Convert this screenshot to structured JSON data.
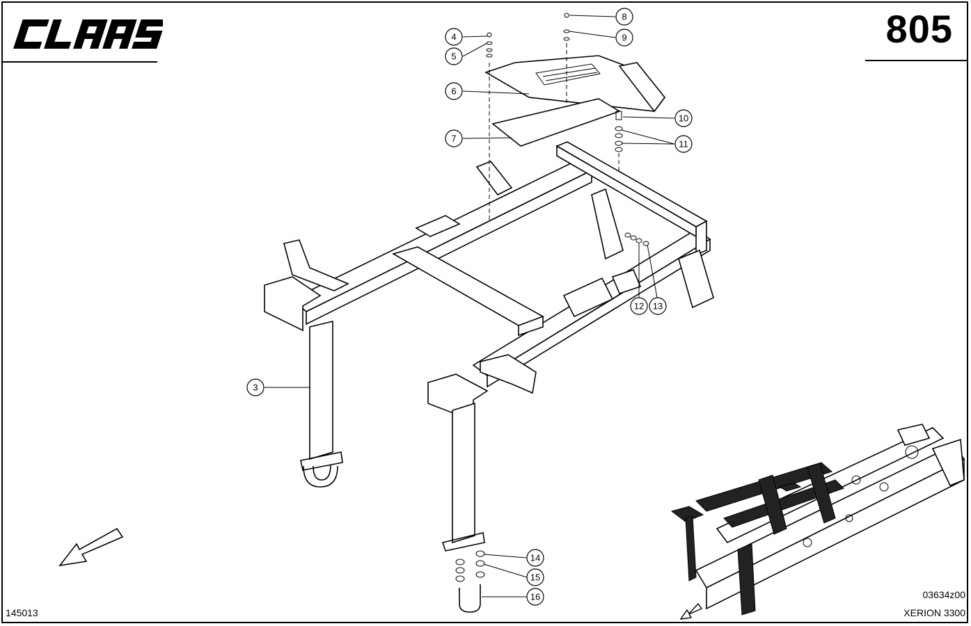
{
  "header": {
    "brand_logo_text": "CLAAS",
    "page_number": "805"
  },
  "footer": {
    "left_code": "145013",
    "drawing_code": "03634z00",
    "model": "XERION 3300"
  },
  "callouts": [
    {
      "id": "3",
      "label": "3"
    },
    {
      "id": "4",
      "label": "4"
    },
    {
      "id": "5",
      "label": "5"
    },
    {
      "id": "6",
      "label": "6"
    },
    {
      "id": "7",
      "label": "7"
    },
    {
      "id": "8",
      "label": "8"
    },
    {
      "id": "9",
      "label": "9"
    },
    {
      "id": "10",
      "label": "10"
    },
    {
      "id": "11",
      "label": "11"
    },
    {
      "id": "12",
      "label": "12"
    },
    {
      "id": "13",
      "label": "13"
    },
    {
      "id": "14",
      "label": "14"
    },
    {
      "id": "15",
      "label": "15"
    },
    {
      "id": "16",
      "label": "16"
    }
  ],
  "icons": {
    "direction_arrow": "direction-arrow-icon",
    "overview_arrow": "direction-arrow-icon"
  }
}
